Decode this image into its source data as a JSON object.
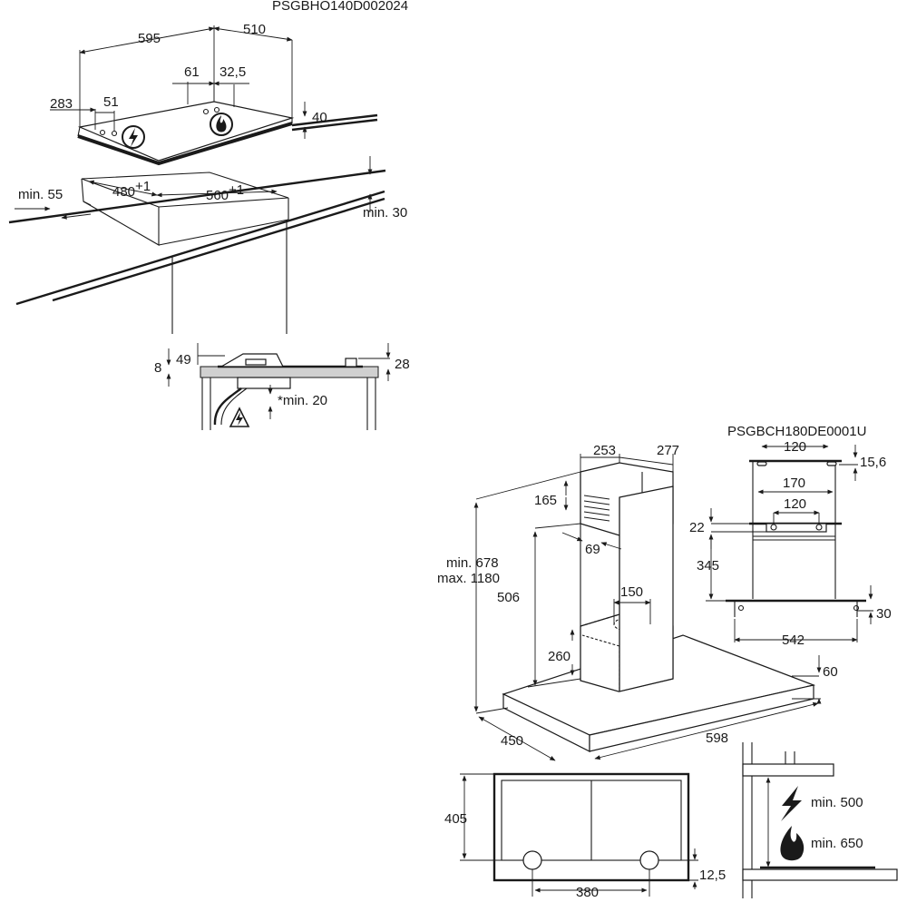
{
  "hob": {
    "code": "PSGBHO140D002024",
    "dims": {
      "width": "595",
      "depth": "510",
      "d61": "61",
      "d32_5": "32,5",
      "d283": "283",
      "d51": "51",
      "height": "40",
      "min_55": "min. 55",
      "cut_480": "480",
      "cut_480_tol": "+1",
      "cut_560": "560",
      "cut_560_tol": "+1",
      "min_30": "min. 30",
      "d8": "8",
      "d49": "49",
      "d28": "28",
      "min_20": "*min. 20"
    }
  },
  "hood": {
    "code": "PSGBCH180DE0001U",
    "dims": {
      "d253": "253",
      "d277": "277",
      "d165": "165",
      "d69": "69",
      "min_678": "min. 678",
      "max_1180": "max. 1180",
      "d506": "506",
      "d150": "150",
      "d260": "260",
      "d60": "60",
      "d450": "450",
      "d598": "598",
      "b120_top": "120",
      "b15_6": "15,6",
      "b170": "170",
      "b120_mid": "120",
      "b22": "22",
      "b345": "345",
      "b30": "30",
      "b542": "542",
      "d405": "405",
      "d380": "380",
      "d12_5": "12,5",
      "min_500": "min. 500",
      "min_650": "min. 650"
    }
  },
  "icons": [
    "electric-hazard-icon",
    "gas-flame-icon"
  ]
}
